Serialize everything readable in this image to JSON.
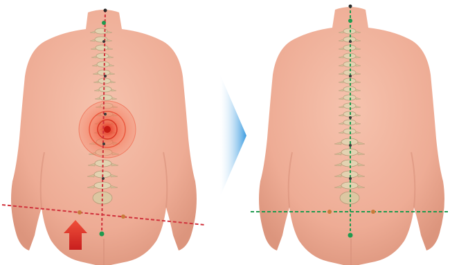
{
  "figure": {
    "background": "#ffffff",
    "skin_color": "#f1b49f",
    "skin_shade": "#d98f79",
    "spine_color": "#d8c5a3",
    "before_line_color": "#d0313b",
    "after_line_color": "#1f9a4e",
    "pain_color": "#f04b32",
    "arrow_color": "#3a9be0",
    "up_arrow_color": "#e0322a",
    "icons": [
      "posture-before",
      "pain-focus",
      "transition-arrow",
      "lift-arrow",
      "posture-after"
    ]
  }
}
